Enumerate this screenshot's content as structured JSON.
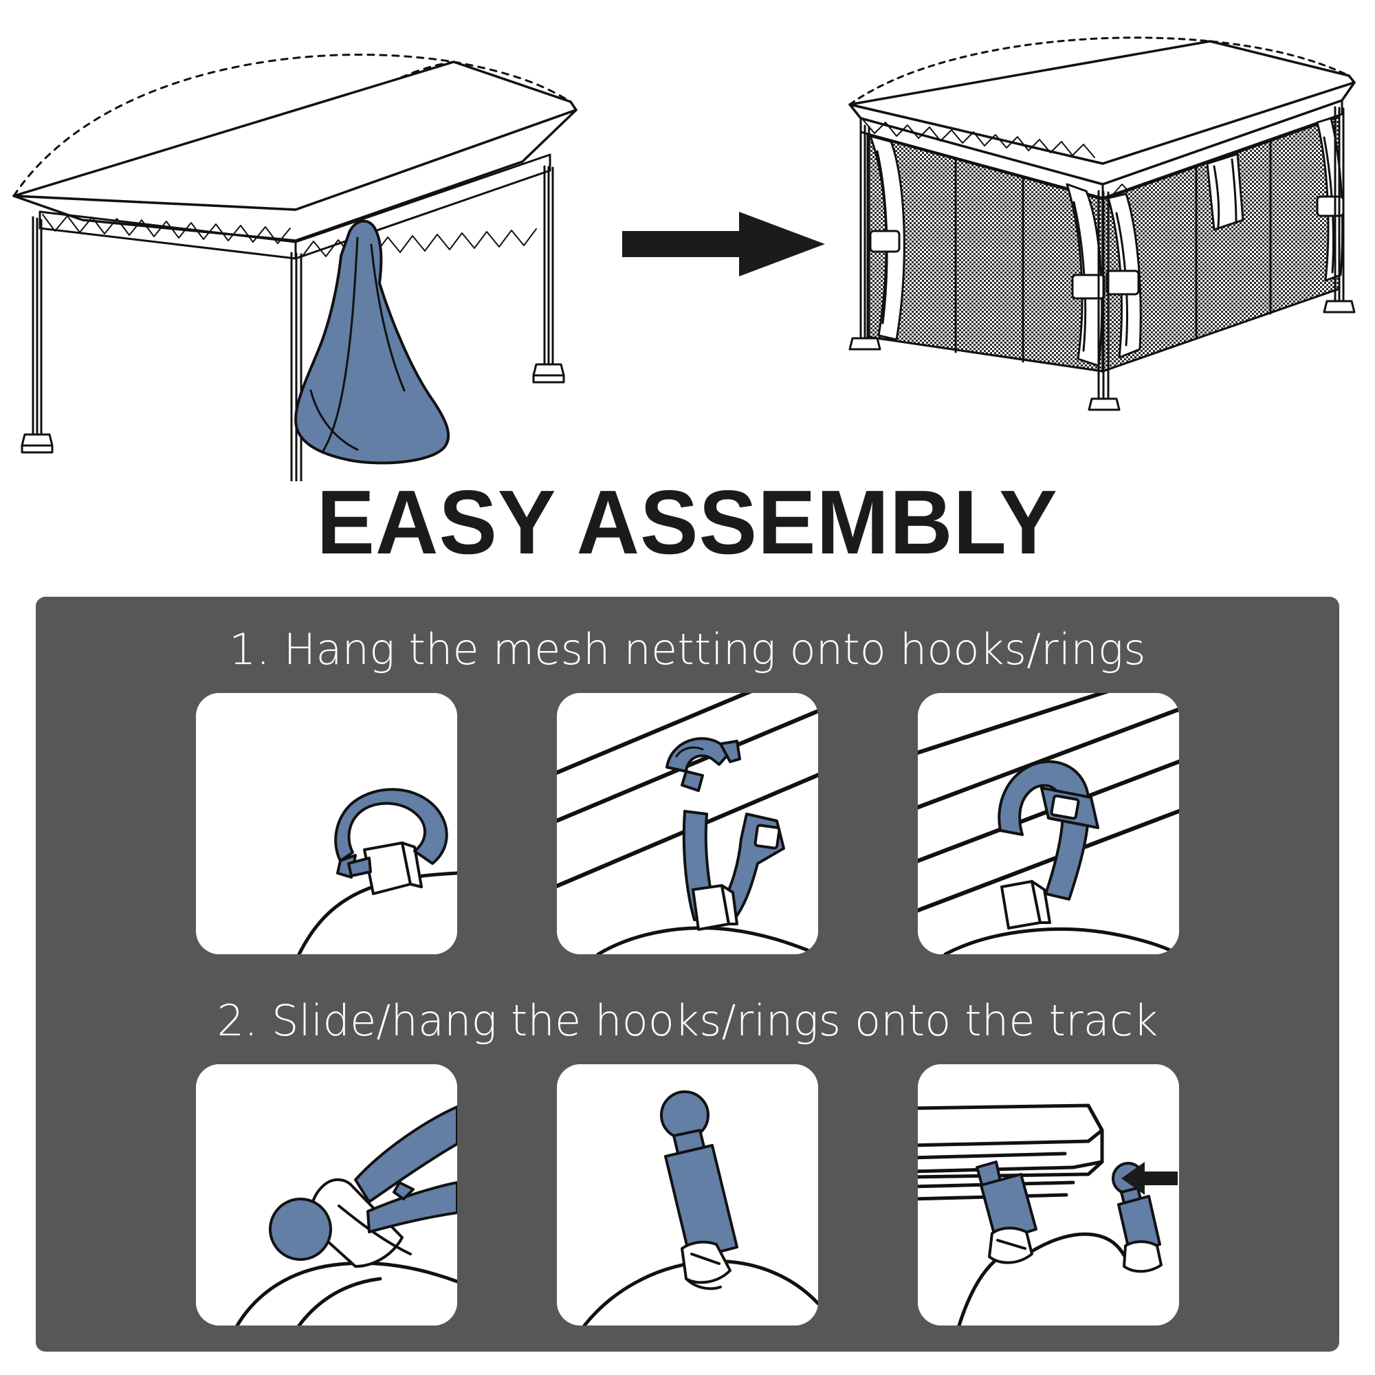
{
  "page": {
    "headline": "EASY ASSEMBLY",
    "background_color": "#ffffff",
    "panel_color": "#575757",
    "accent_blue": "#637FA6",
    "ink_color": "#111111",
    "card_color": "#ffffff"
  },
  "hero": {
    "before_alt": "gazebo frame with canopy and folded mesh netting bundle hanging",
    "after_alt": "gazebo with mesh netting curtains installed and tied back",
    "arrow_icon": "right-arrow-icon"
  },
  "steps": [
    {
      "number": "1",
      "label": "1. Hang the mesh netting onto hooks/rings",
      "cards": [
        {
          "alt": "blue hook ring attached to white fabric tab on mesh netting"
        },
        {
          "alt": "blue strap opened with buckle next to gazebo rail"
        },
        {
          "alt": "blue strap closed and buckled around gazebo rail"
        }
      ]
    },
    {
      "number": "2",
      "label": "2. Slide/hang the hooks/rings onto the track",
      "cards": [
        {
          "alt": "blue ball pin being inserted with clip tool into netting tab"
        },
        {
          "alt": "blue ball pin seated in white netting tab"
        },
        {
          "alt": "two ball pins sliding into the gazebo roof track with direction arrow"
        }
      ]
    }
  ]
}
